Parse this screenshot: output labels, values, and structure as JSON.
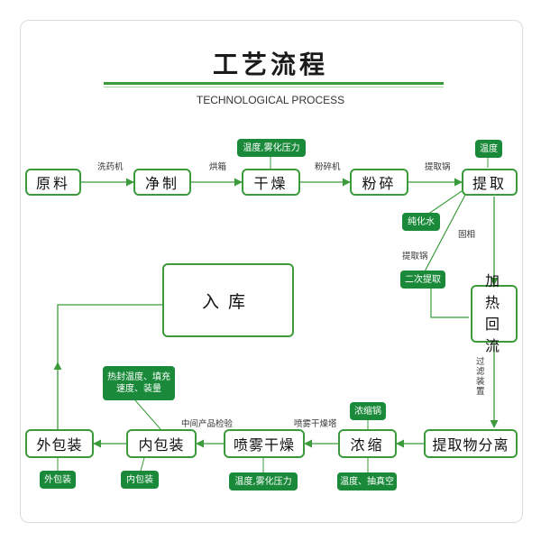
{
  "header": {
    "title": "工艺流程",
    "subtitle": "TECHNOLOGICAL PROCESS"
  },
  "colors": {
    "accent": "#3b9b3b",
    "tag": "#1a8a3a"
  },
  "steps": {
    "raw": "原料",
    "clean": "净制",
    "dry": "干燥",
    "crush": "粉碎",
    "extract": "提取",
    "reflux": "加热回流",
    "separate": "提取物分离",
    "concentrate": "浓缩",
    "spray": "喷雾干燥",
    "inner_pack": "内包装",
    "outer_pack": "外包装",
    "storage": "入库"
  },
  "edge_labels": {
    "washer": "洗药机",
    "oven": "烘箱",
    "grinder": "粉碎机",
    "extractor": "提取锅",
    "solid_liquid": "固相",
    "extractor2": "提取锅",
    "filter": "过滤装置",
    "spray_tower": "喷雾干燥塔",
    "inspection": "中间产品检验"
  },
  "tags": {
    "dry_params": "温度,雾化压力",
    "extract_temp": "温度",
    "pure_water": "纯化水",
    "second_extract": "二次提取",
    "evaporator": "浓缩锅",
    "heat_seal": "热封温度、填充速度、装量",
    "outer_tag": "外包装",
    "inner_tag": "内包装",
    "spray_params": "温度,雾化压力",
    "concentrate_params": "温度、抽真空"
  }
}
